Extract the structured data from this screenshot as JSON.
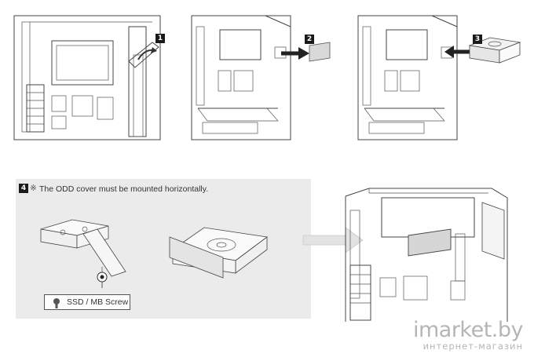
{
  "steps": [
    {
      "number": "1"
    },
    {
      "number": "2"
    },
    {
      "number": "3"
    },
    {
      "number": "4",
      "note_symbol": "※",
      "note": "The ODD cover must be mounted horizontally."
    }
  ],
  "screw_label": "SSD / MB Screw",
  "icons": [
    "case-panel-icon",
    "odd-cover-icon",
    "odd-drive-icon",
    "screw-icon",
    "arrow-icon"
  ],
  "watermark": {
    "main": "imarket.by",
    "sub": "интернет-магазин",
    "color": "#b5b5b5"
  },
  "colors": {
    "panel_bg": "#ebebeb",
    "badge": "#1a1a1a",
    "line": "#444444"
  }
}
